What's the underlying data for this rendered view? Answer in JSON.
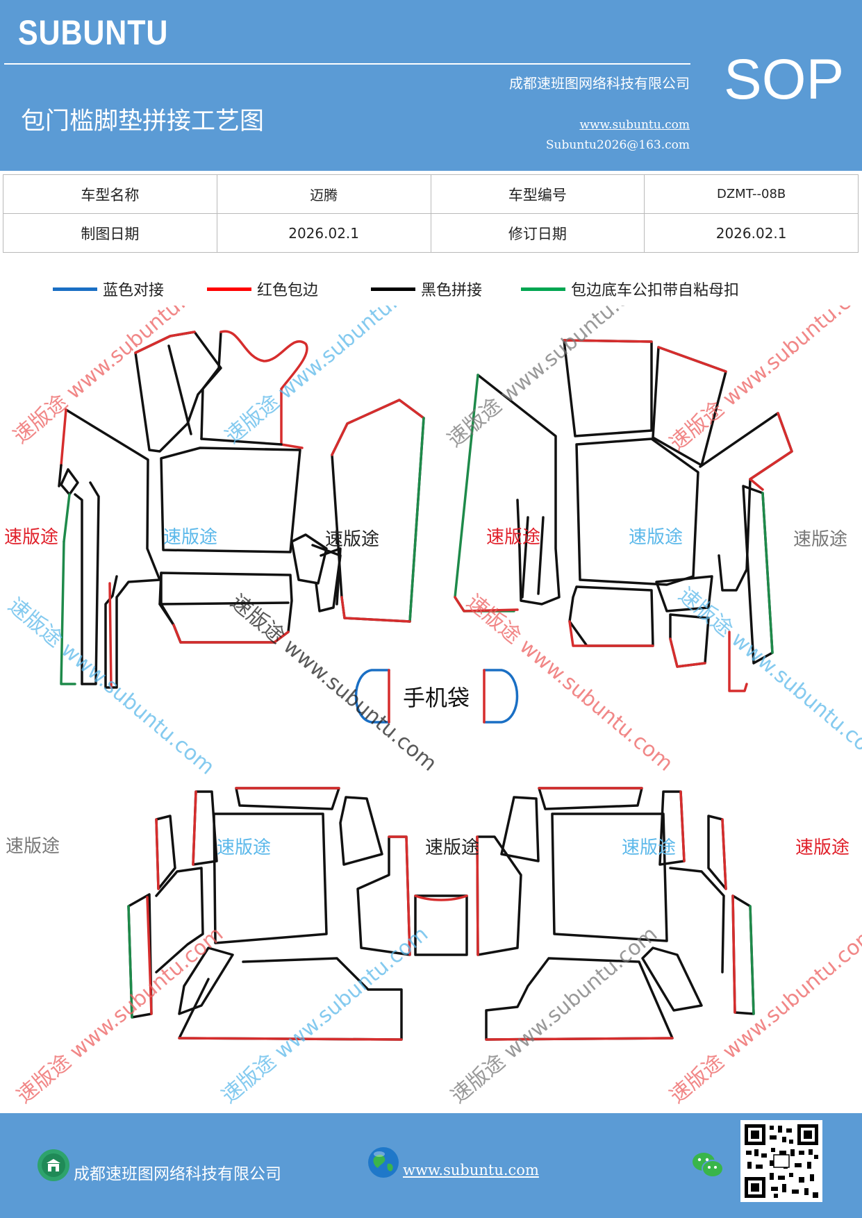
{
  "header": {
    "brand": "SUBUNTU",
    "title": "包门槛脚垫拼接工艺图",
    "company": "成都速班图网络科技有限公司",
    "website": "www.subuntu.com",
    "email": "Subuntu2026@163.com",
    "badge": "SOP"
  },
  "info_table": [
    [
      "车型名称",
      "迈腾",
      "车型编号",
      "DZMT--08B"
    ],
    [
      "制图日期",
      "2026.02.1",
      "修订日期",
      "2026.02.1"
    ]
  ],
  "legend": [
    {
      "label": "蓝色对接",
      "color": "#1a6fc4"
    },
    {
      "label": "红色包边",
      "color": "#ff0000"
    },
    {
      "label": "黑色拼接",
      "color": "#000000"
    },
    {
      "label": "包边底车公扣带自粘母扣",
      "color": "#00a651"
    }
  ],
  "diagram": {
    "phone_bag_label": "手机袋",
    "watermark_brand": "速版途",
    "watermark_url": "www.subuntu.com",
    "colors": {
      "outline": "#111111",
      "edge": "#d62d2d",
      "velcro": "#1e8a4a",
      "butt": "#1a6fc4"
    }
  },
  "footer": {
    "company": "成都速班图网络科技有限公司",
    "website": "www.subuntu.com"
  }
}
